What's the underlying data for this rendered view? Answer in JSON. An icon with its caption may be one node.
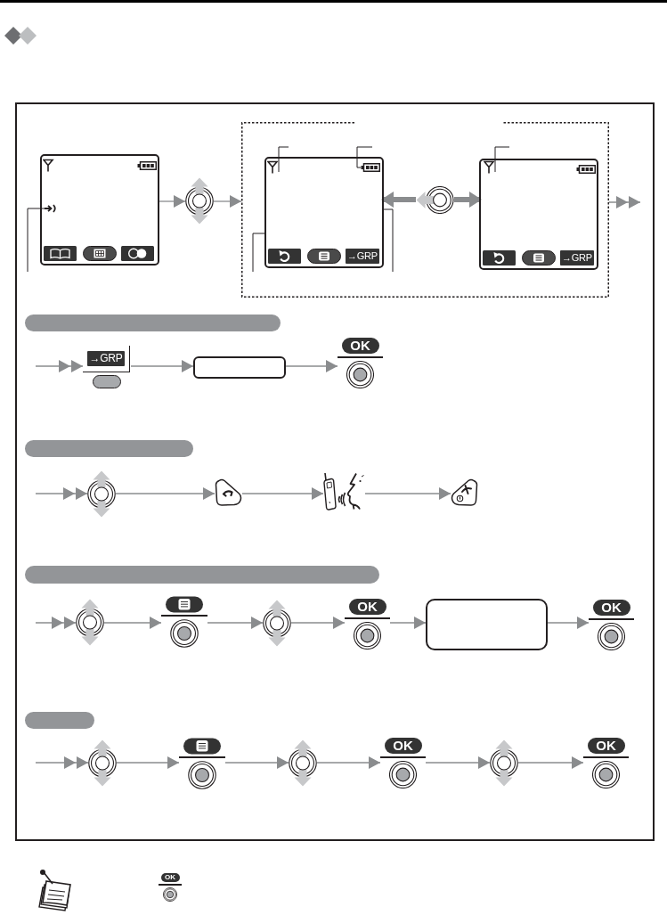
{
  "diagram": {
    "nodes": [
      {
        "text": [],
        "shape": "picture"
      },
      {
        "text": [],
        "shape": "picture",
        "in": 0
      },
      {
        "text": [],
        "shape": "picture"
      },
      {
        "text": [],
        "shape": "box"
      },
      {
        "text": [
          "→GRP"
        ],
        "in": 3
      },
      {
        "text": [],
        "shape": "picture",
        "in": 4
      },
      {
        "text": [],
        "shape": "picture",
        "in": 4
      },
      {
        "text": [],
        "shape": "picture",
        "in": 3
      },
      {
        "text": [
          "→GRP"
        ],
        "in": 3
      },
      {
        "text": [],
        "shape": "picture",
        "in": 8
      },
      {
        "text": [],
        "shape": "bar"
      },
      {
        "text": [
          "→GRP"
        ]
      },
      {
        "text": [],
        "shape": "box"
      },
      {
        "text": [
          "OK"
        ]
      },
      {
        "text": [],
        "shape": "bar"
      },
      {
        "text": [],
        "shape": "picture"
      },
      {
        "text": [],
        "shape": "picture"
      },
      {
        "text": [],
        "shape": "picture"
      },
      {
        "text": [],
        "shape": "picture"
      },
      {
        "text": [],
        "shape": "bar"
      },
      {
        "text": [],
        "shape": "picture"
      },
      {
        "text": [],
        "shape": "picture"
      },
      {
        "text": [],
        "shape": "picture"
      },
      {
        "text": [
          "OK"
        ]
      },
      {
        "text": [],
        "shape": "box"
      },
      {
        "text": [
          "OK"
        ]
      },
      {
        "text": [],
        "shape": "bar"
      },
      {
        "text": [],
        "shape": "picture"
      },
      {
        "text": [],
        "shape": "picture"
      },
      {
        "text": [],
        "shape": "picture"
      },
      {
        "text": [
          "OK"
        ]
      },
      {
        "text": [],
        "shape": "picture"
      },
      {
        "text": [
          "OK"
        ]
      },
      {
        "text": [
          "OK"
        ]
      }
    ],
    "edges": [
      {
        "from": 0,
        "to": 2,
        "arrow": "to"
      },
      {
        "from": 2,
        "to": 3,
        "arrow": "to"
      },
      {
        "from": 7,
        "to": 4,
        "arrow": "to",
        "style": "thick"
      },
      {
        "from": 7,
        "to": 8,
        "arrow": "to",
        "style": "thick"
      },
      {
        "from": 3,
        "to": null,
        "arrow": "to"
      },
      {
        "from": null,
        "to": 1,
        "arrow": "none",
        "color": "#231f20"
      },
      {
        "from": null,
        "to": 5,
        "arrow": "none",
        "color": "#231f20"
      },
      {
        "from": null,
        "to": 6,
        "arrow": "none",
        "color": "#231f20"
      },
      {
        "from": null,
        "to": 4,
        "arrow": "none",
        "color": "#231f20"
      },
      {
        "from": null,
        "to": 4,
        "arrow": "none",
        "color": "#231f20"
      },
      {
        "from": null,
        "to": 9,
        "arrow": "none",
        "color": "#231f20"
      },
      {
        "from": null,
        "to": 11,
        "arrow": "to"
      },
      {
        "from": 11,
        "to": 12,
        "arrow": "to"
      },
      {
        "from": 12,
        "to": 13,
        "arrow": "to"
      },
      {
        "from": null,
        "to": 15,
        "arrow": "to"
      },
      {
        "from": 15,
        "to": 16,
        "arrow": "to"
      },
      {
        "from": 16,
        "to": 17,
        "arrow": "to"
      },
      {
        "from": 17,
        "to": 18,
        "arrow": "to"
      },
      {
        "from": null,
        "to": 20,
        "arrow": "to"
      },
      {
        "from": 20,
        "to": 21,
        "arrow": "to"
      },
      {
        "from": 21,
        "to": 22,
        "arrow": "to"
      },
      {
        "from": 22,
        "to": 23,
        "arrow": "to"
      },
      {
        "from": 23,
        "to": 24,
        "arrow": "to"
      },
      {
        "from": 24,
        "to": 25,
        "arrow": "to"
      },
      {
        "from": null,
        "to": 27,
        "arrow": "to"
      },
      {
        "from": 27,
        "to": 28,
        "arrow": "to"
      },
      {
        "from": 28,
        "to": 29,
        "arrow": "to"
      },
      {
        "from": 29,
        "to": 30,
        "arrow": "to"
      },
      {
        "from": 30,
        "to": 31,
        "arrow": "to"
      },
      {
        "from": 31,
        "to": 32,
        "arrow": "to"
      }
    ]
  }
}
